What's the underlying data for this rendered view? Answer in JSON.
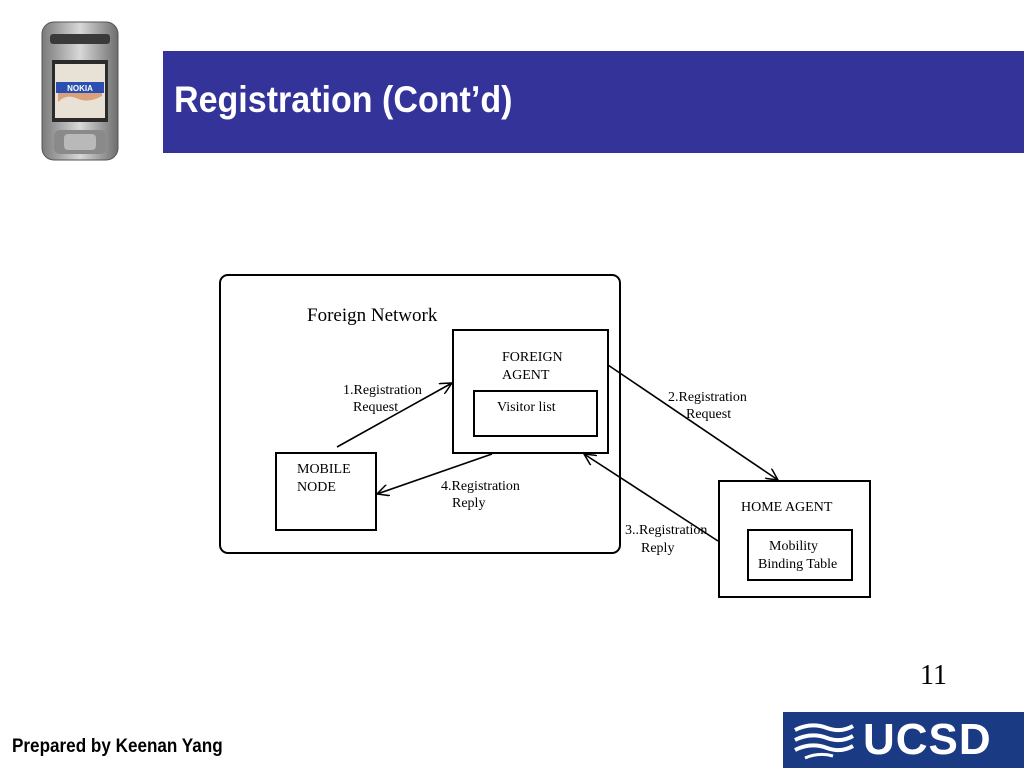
{
  "slide": {
    "title": "Registration (Cont’d)",
    "page_number": "11",
    "footer": "Prepared by Keenan Yang",
    "logo_text": "UCSD",
    "phone_brand": "NOKIA",
    "colors": {
      "title_bar": "#333399",
      "ucsd_logo": "#1a3b84"
    }
  },
  "diagram": {
    "foreign_network_label": "Foreign Network",
    "foreign_agent": {
      "line1": "FOREIGN",
      "line2": "AGENT",
      "inner": "Visitor list"
    },
    "mobile_node": {
      "line1": "MOBILE",
      "line2": "NODE"
    },
    "home_agent": {
      "label": "HOME AGENT",
      "inner_line1": "Mobility",
      "inner_line2": "Binding Table"
    },
    "arrows": {
      "step1": {
        "line1": "1.Registration",
        "line2": "Request"
      },
      "step2": {
        "line1": "2.Registration",
        "line2": "Request"
      },
      "step3": {
        "line1": "3..Registration",
        "line2": "Reply"
      },
      "step4": {
        "line1": "4.Registration",
        "line2": "Reply"
      }
    }
  }
}
